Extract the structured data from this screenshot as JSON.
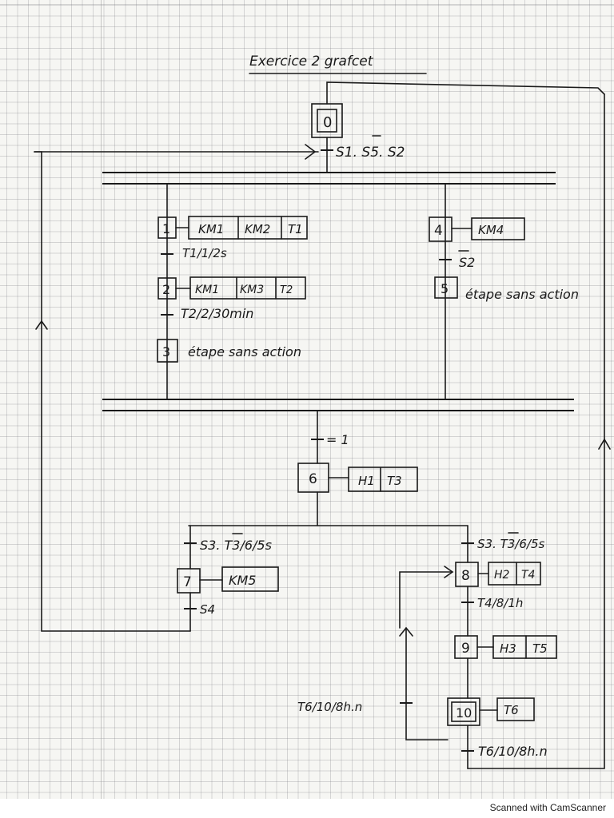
{
  "title": "Exercice 2 grafcet",
  "initial_step": {
    "number": "0",
    "transition": "S1. S5. S2"
  },
  "left_branch": {
    "steps": [
      {
        "number": "1",
        "actions": [
          "KM1",
          "KM2",
          "T1"
        ],
        "transition_after": "T1/1/2s"
      },
      {
        "number": "2",
        "actions": [
          "KM1",
          "KM3",
          "T2"
        ],
        "transition_after": "T2/2/30min"
      },
      {
        "number": "3",
        "label": "étape sans action"
      }
    ]
  },
  "right_branch": {
    "steps": [
      {
        "number": "4",
        "actions": [
          "KM4"
        ],
        "transition_after": "S2"
      },
      {
        "number": "5",
        "label": "étape sans action"
      }
    ]
  },
  "merge_transition": "= 1",
  "step6": {
    "number": "6",
    "actions": [
      "H1",
      "T3"
    ]
  },
  "lower_left": {
    "transition_before": "S3. T3/6/5s",
    "step": {
      "number": "7",
      "actions": [
        "KM5"
      ]
    },
    "transition_after": "S4"
  },
  "lower_right": {
    "transition_before": "S3. T3/6/5s",
    "steps": [
      {
        "number": "8",
        "actions": [
          "H2",
          "T4"
        ],
        "transition_after": "T4/8/1h"
      },
      {
        "number": "9",
        "actions": [
          "H3",
          "T5"
        ]
      },
      {
        "number": "10",
        "actions": [
          "T6"
        ]
      }
    ],
    "loop_transition": "T6/10/8h.n",
    "exit_transition": "T6/10/8h.n"
  },
  "footer": "Scanned with CamScanner"
}
